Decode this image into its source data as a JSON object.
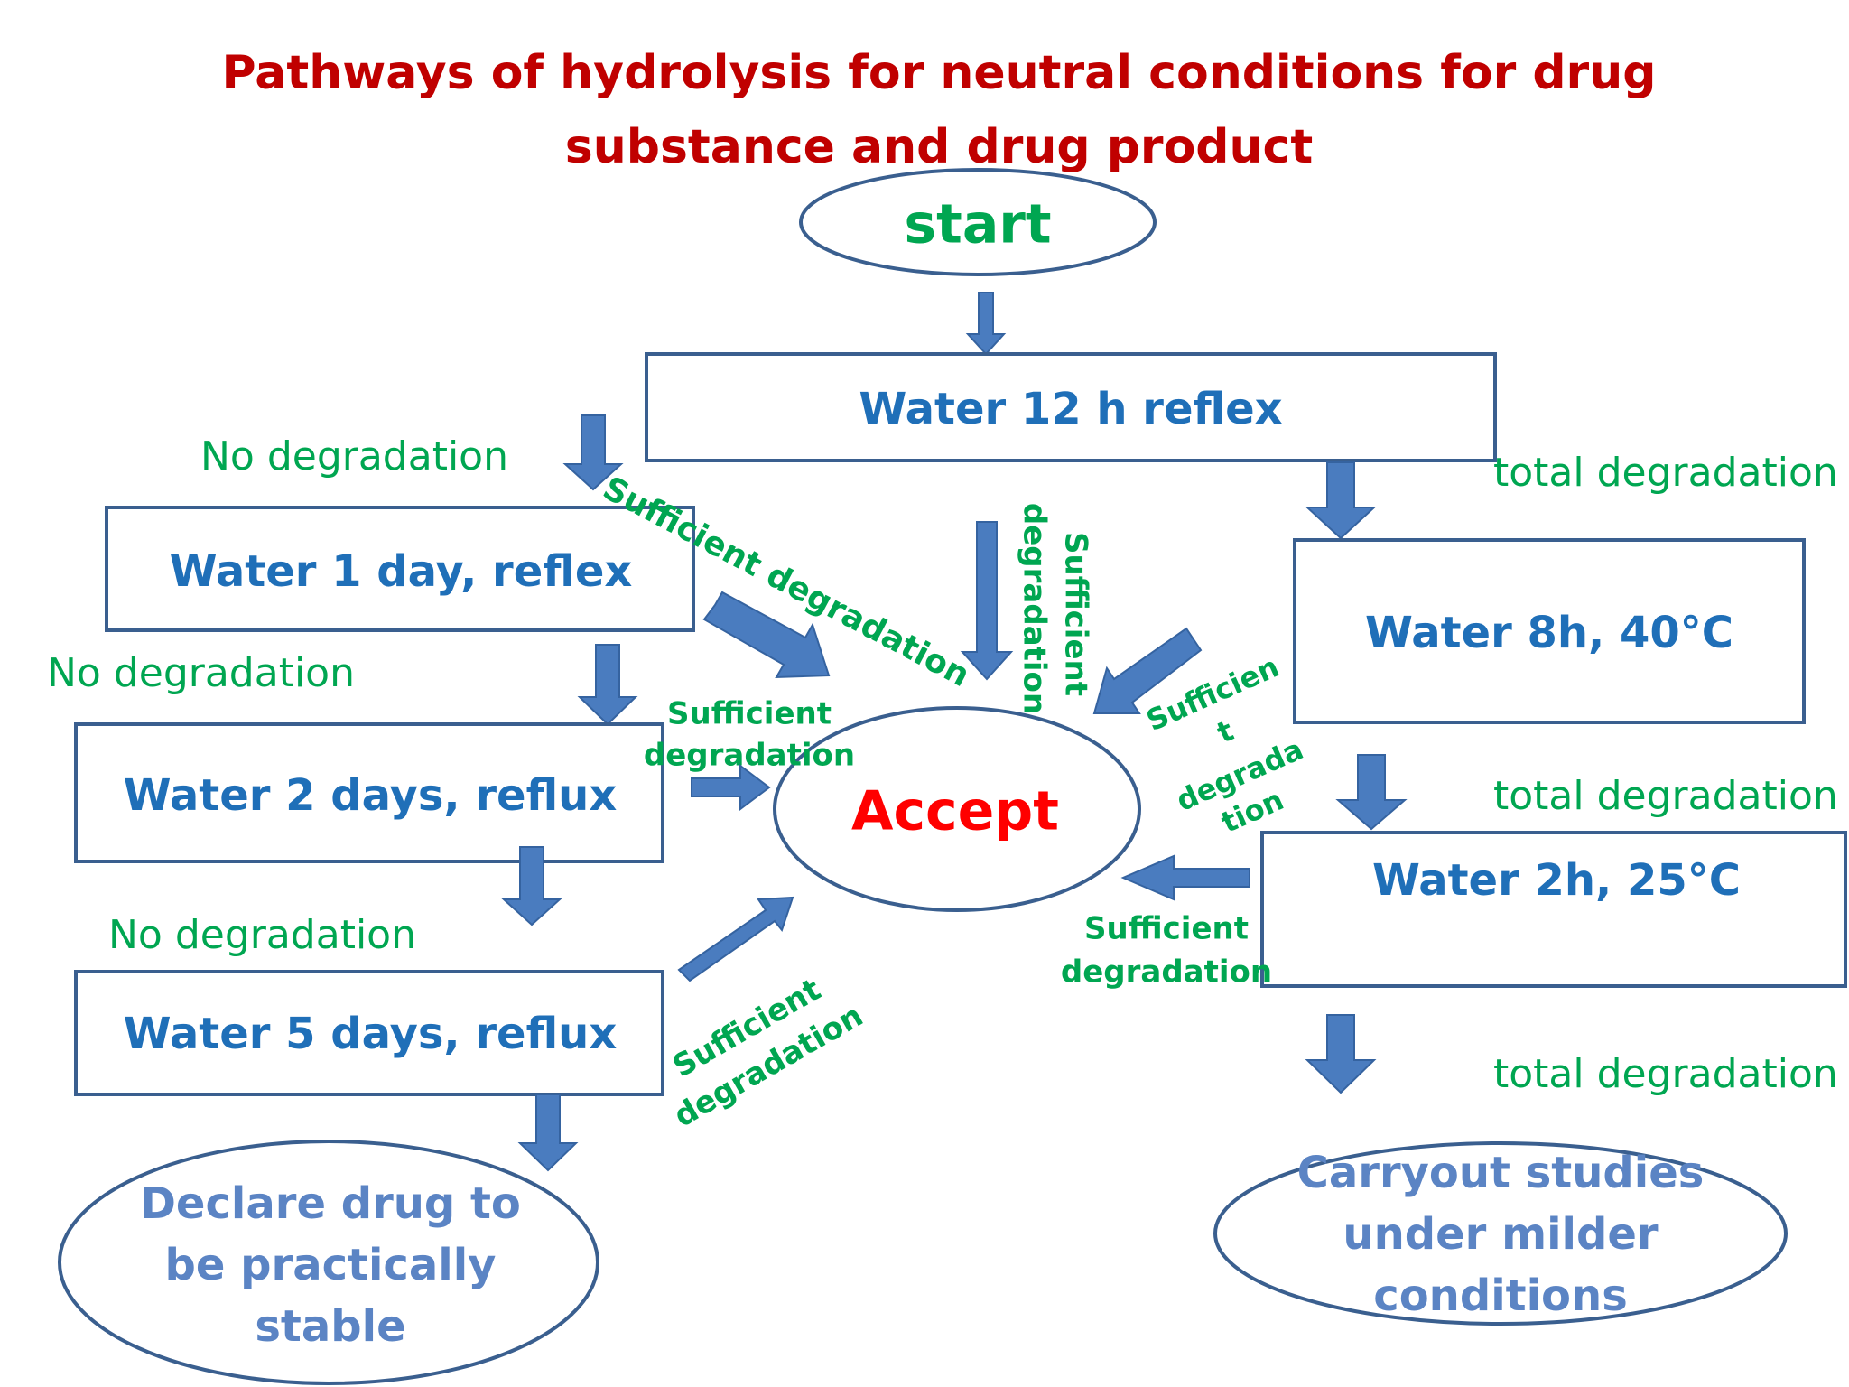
{
  "title": {
    "line1": "Pathways of hydrolysis for neutral conditions for drug",
    "line2": "substance and drug product"
  },
  "nodes": {
    "start": "start",
    "water_12h": "Water 12 h reflex",
    "water_1day": "Water 1 day, reflex",
    "water_2days": "Water 2 days, reflux",
    "water_5days": "Water 5 days, reflux",
    "declare_stable": {
      "line1": "Declare drug to",
      "line2": "be practically",
      "line3": "stable"
    },
    "accept": "Accept",
    "water_8h": "Water 8h, 40°C",
    "water_2h": "Water 2h, 25°C",
    "carryout": {
      "line1": "Carryout studies",
      "line2": "under milder",
      "line3": "conditions"
    }
  },
  "labels": {
    "no_degradation_1": "No degradation",
    "no_degradation_2": "No degradation",
    "no_degradation_3": "No degradation",
    "total_degradation_1": "total degradation",
    "total_degradation_2": "total degradation",
    "total_degradation_3": "total degradation",
    "sufficient_diag_top": "Sufficient degradation",
    "sufficient_vertical": {
      "line1": "Sufficient",
      "line2": "degradation"
    },
    "sufficient_left_mid": {
      "line1": "Sufficient",
      "line2": "degradation"
    },
    "sufficient_left_bottom": {
      "line1": "Sufficient",
      "line2": "degradation"
    },
    "sufficient_right_top": {
      "line1": "Sufficien",
      "line2": "t",
      "line3": "degrada",
      "line4": "tion"
    },
    "sufficient_right_bottom": {
      "line1": "Sufficient",
      "line2": "degradation"
    }
  },
  "colors": {
    "title": "#c00000",
    "node_text": "#1f6fb8",
    "pale_text": "#5b84c4",
    "accept": "#ff0000",
    "start": "#00a651",
    "condition": "#00a651",
    "arrow": "#4a7cbf",
    "outline": "#3a5f8f"
  }
}
